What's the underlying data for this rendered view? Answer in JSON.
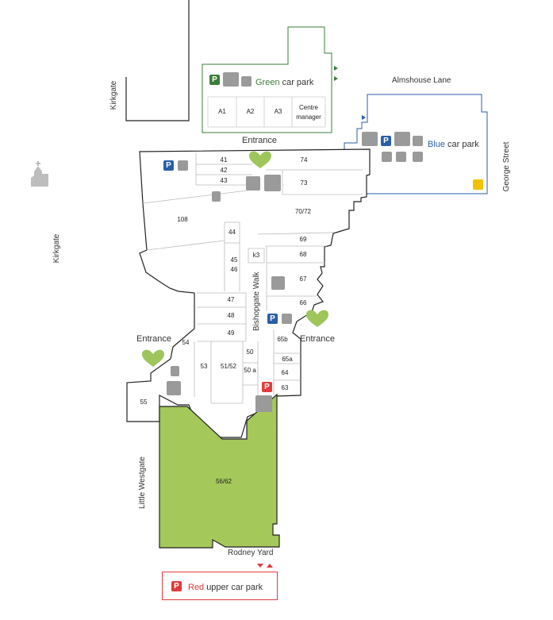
{
  "map": {
    "streets": {
      "kirkgate_top": "Kirkgate",
      "kirkgate_left": "Kirkgate",
      "almshouse_lane": "Almshouse Lane",
      "george_street": "George Street",
      "little_westgate": "Little Westgate",
      "rodney_yard": "Rodney Yard",
      "bishopgate_walk": "Bishopgate Walk"
    },
    "entrances": {
      "north": "Entrance",
      "west": "Entrance",
      "east": "Entrance"
    },
    "car_parks": {
      "green": {
        "color_word": "Green",
        "suffix": "car park",
        "color": "#3a7d3a"
      },
      "blue": {
        "color_word": "Blue",
        "suffix": "car park",
        "color": "#2a5ea8"
      },
      "red": {
        "color_word": "Red",
        "suffix": "upper car park",
        "color": "#e03c3c"
      }
    },
    "green_car_park_units": [
      "A1",
      "A2",
      "A3",
      "Centre manager"
    ],
    "parking_symbol": "P",
    "units": {
      "u41": "41",
      "u42": "42",
      "u43": "43",
      "u74": "74",
      "u73": "73",
      "u108": "108",
      "u7072": "70/72",
      "u44": "44",
      "u69": "69",
      "u45": "45",
      "u46": "46",
      "uk3": "k3",
      "u68": "68",
      "u67": "67",
      "u47": "47",
      "u66": "66",
      "u48": "48",
      "u49": "49",
      "u54": "54",
      "u50": "50",
      "u65b": "65b",
      "u53": "53",
      "u5152": "51/52",
      "u50a": "50 a",
      "u65a": "65a",
      "u64": "64",
      "u63": "63",
      "u55": "55",
      "u5662": "56/62"
    },
    "colors": {
      "green_area": "#a4c85a",
      "heart": "#9dc55a",
      "outline": "#222222",
      "icon_grey": "#9a9a9a",
      "green_parking": "#3a7d3a",
      "blue_parking": "#2a5ea8",
      "red_parking": "#e03c3c",
      "disabled_yellow": "#f2c200"
    },
    "icons": [
      "church-icon",
      "lift-icon",
      "escalator-icon",
      "baby-change-icon",
      "toilets-icon",
      "accessible-toilet-icon",
      "disabled-parking-icon",
      "ramp-icon",
      "arrow-icon"
    ]
  }
}
